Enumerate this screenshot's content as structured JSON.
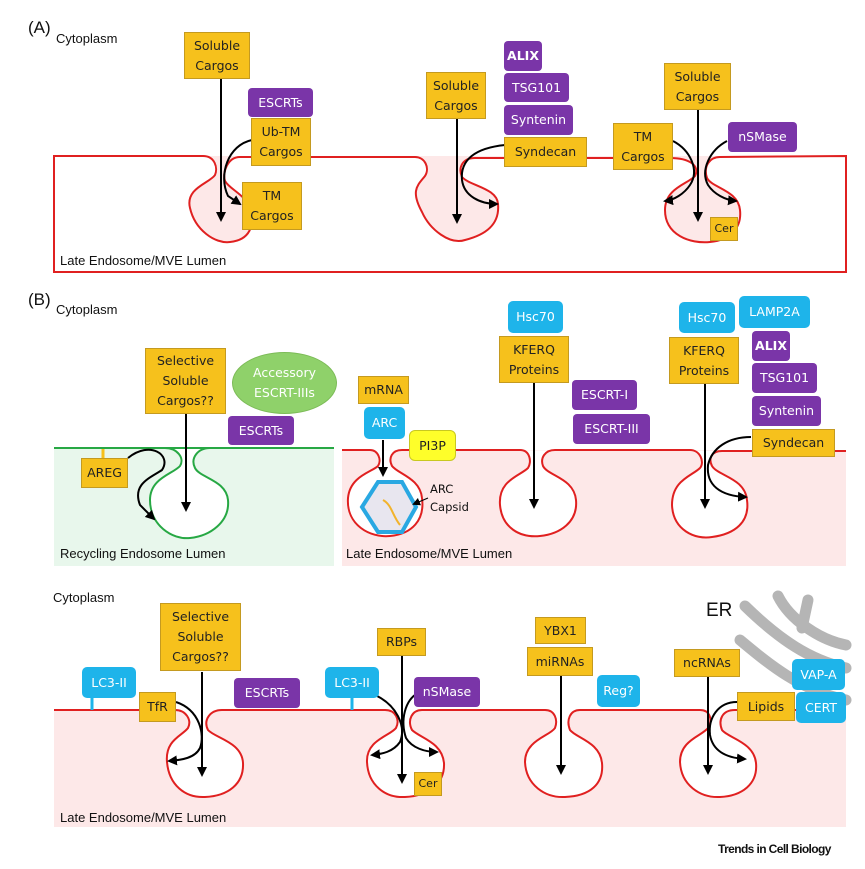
{
  "panel_a": {
    "label": "(A)",
    "cytoplasm": "Cytoplasm",
    "lumen": "Late Endosome/MVE Lumen",
    "pathway1": {
      "soluble": "Soluble\nCargos",
      "escrts": "ESCRTs",
      "ub_tm": "Ub-TM\nCargos",
      "tm": "TM\nCargos"
    },
    "pathway2": {
      "soluble": "Soluble\nCargos",
      "alix": "ALIX",
      "tsg101": "TSG101",
      "syntenin": "Syntenin",
      "syndecan": "Syndecan"
    },
    "pathway3": {
      "soluble": "Soluble\nCargos",
      "tm": "TM\nCargos",
      "nsmase": "nSMase",
      "cer": "Cer"
    }
  },
  "panel_b": {
    "label": "(B)",
    "cytoplasm": "Cytoplasm",
    "recycling": {
      "selective": "Selective\nSoluble\nCargos??",
      "accessory": "Accessory\nESCRT-IIIs",
      "escrts": "ESCRTs",
      "areg": "AREG",
      "lumen": "Recycling Endosome Lumen"
    },
    "arc": {
      "mrna": "mRNA",
      "arc": "ARC",
      "pi3p": "PI3P",
      "capsid": "ARC\nCapsid"
    },
    "kferq1": {
      "hsc70": "Hsc70",
      "kferq": "KFERQ\nProteins",
      "escrt1": "ESCRT-I",
      "escrt3": "ESCRT-III"
    },
    "kferq2": {
      "hsc70": "Hsc70",
      "lamp2a": "LAMP2A",
      "kferq": "KFERQ\nProteins",
      "alix": "ALIX",
      "tsg101": "TSG101",
      "syntenin": "Syntenin",
      "syndecan": "Syndecan"
    },
    "lumen": "Late Endosome/MVE Lumen"
  },
  "panel_c": {
    "cytoplasm": "Cytoplasm",
    "lumen": "Late Endosome/MVE Lumen",
    "p1": {
      "lc3": "LC3-II",
      "tfr": "TfR",
      "selective": "Selective\nSoluble\nCargos??",
      "escrts": "ESCRTs"
    },
    "p2": {
      "lc3": "LC3-II",
      "rbps": "RBPs",
      "nsmase": "nSMase",
      "cer": "Cer"
    },
    "p3": {
      "ybx1": "YBX1",
      "mirnas": "miRNAs",
      "reg": "Reg?"
    },
    "p4": {
      "ncrnas": "ncRNAs",
      "lipids": "Lipids",
      "vapa": "VAP-A",
      "cert": "CERT",
      "er": "ER"
    }
  },
  "credit": "Trends in Cell Biology",
  "colors": {
    "membrane": "#e02020",
    "recycling_membrane": "#27a844",
    "lumen_pink": "#fde8e8",
    "lumen_green": "#e8f7ec",
    "cargo": "#f6c11c",
    "escrt": "#7a35a8",
    "blue": "#1eb4ea"
  }
}
